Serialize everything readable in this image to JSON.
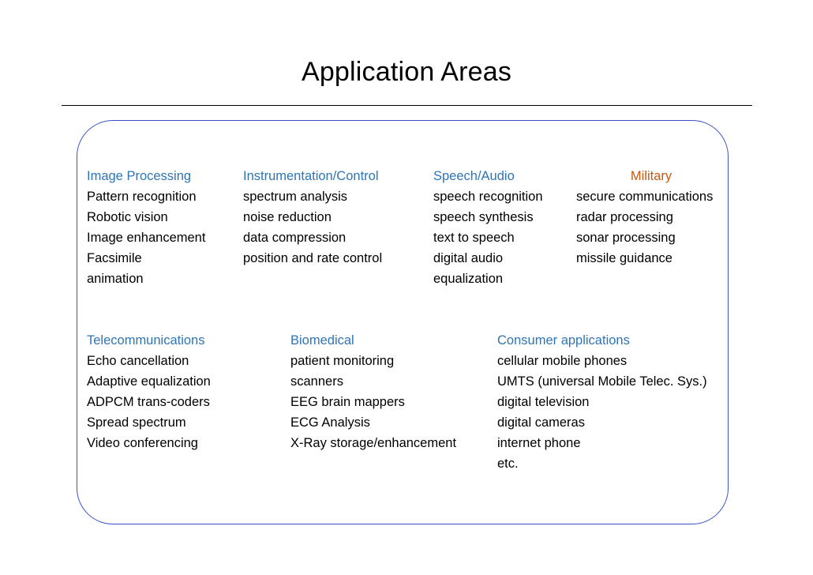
{
  "slide": {
    "title": "Application Areas",
    "accent_heading_color": "#2e75b6",
    "accent_military_color": "#c55a11",
    "box_border_color": "#3a53c4"
  },
  "groups": [
    {
      "name": "row-1",
      "columns": [
        {
          "heading": "Image Processing",
          "items": [
            "Pattern recognition",
            "Robotic vision",
            "Image enhancement",
            "Facsimile",
            "animation"
          ]
        },
        {
          "heading": "Instrumentation/Control",
          "items": [
            "spectrum analysis",
            "noise reduction",
            "data compression",
            "position and rate control"
          ]
        },
        {
          "heading": "Speech/Audio",
          "items": [
            "speech recognition",
            "speech synthesis",
            "text to speech",
            "digital audio",
            "equalization"
          ]
        },
        {
          "heading": "Military",
          "items": [
            "secure communications",
            "radar processing",
            "sonar processing",
            "missile guidance"
          ]
        }
      ]
    },
    {
      "name": "row-2",
      "columns": [
        {
          "heading": "Telecommunications",
          "items": [
            "Echo cancellation",
            "Adaptive equalization",
            "ADPCM trans-coders",
            "Spread spectrum",
            "Video conferencing"
          ]
        },
        {
          "heading": "Biomedical",
          "items": [
            "patient monitoring",
            "scanners",
            "EEG brain mappers",
            "ECG Analysis",
            "X-Ray storage/enhancement"
          ]
        },
        {
          "heading": "Consumer applications",
          "items": [
            "cellular mobile phones",
            "UMTS (universal Mobile Telec. Sys.)",
            "digital television",
            "digital cameras",
            "internet phone",
            "etc."
          ]
        }
      ]
    }
  ]
}
